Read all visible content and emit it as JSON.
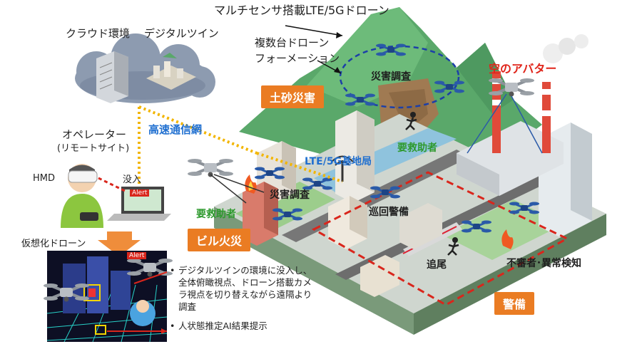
{
  "labels": {
    "multisensor_drone": "マルチセンサ搭載LTE/5Gドローン",
    "formation_line1": "複数台ドローン",
    "formation_line2": "フォーメーション",
    "cloud_env": "クラウド環境",
    "digital_twin": "デジタルツイン",
    "operator": "オペレーター",
    "remote_site": "(リモートサイト)",
    "hmd": "HMD",
    "immersion": "没入",
    "alert": "Alert",
    "high_speed_network": "高速通信網",
    "virtual_drone": "仮想化ドローン",
    "sky_avatar": "空のアバター",
    "disaster_survey_top": "災害調査",
    "disaster_survey_mid": "災害調査",
    "rescue_left": "要救助者",
    "rescue_right": "要救助者",
    "base_station": "LTE/5G基地局",
    "patrol": "巡回警備",
    "tracking": "追尾",
    "anomaly": "不審者･異常検知"
  },
  "tags": {
    "landslide": "土砂災害",
    "building_fire": "ビル火災",
    "security": "警備"
  },
  "bullets": [
    "デジタルツインの環境に没入し、全体俯瞰視点、ドローン搭載カメラ視点を切り替えながら遠隔より調査",
    "人状態推定AI結果提示"
  ],
  "colors": {
    "tag_orange": "#ea7c23",
    "label_green": "#2e9a2e",
    "label_blue": "#1f6fd0",
    "label_red": "#e0251b",
    "link_yellow": "#f2b500",
    "formation_blue": "#1c3fa8",
    "security_red": "#d9261c"
  },
  "icons": [
    "cloud-icon",
    "server-icon",
    "drone-icon",
    "operator-icon",
    "laptop-icon",
    "hmd-icon",
    "fire-icon",
    "runner-icon",
    "factory-icon",
    "antenna-icon",
    "arrow-icon"
  ]
}
